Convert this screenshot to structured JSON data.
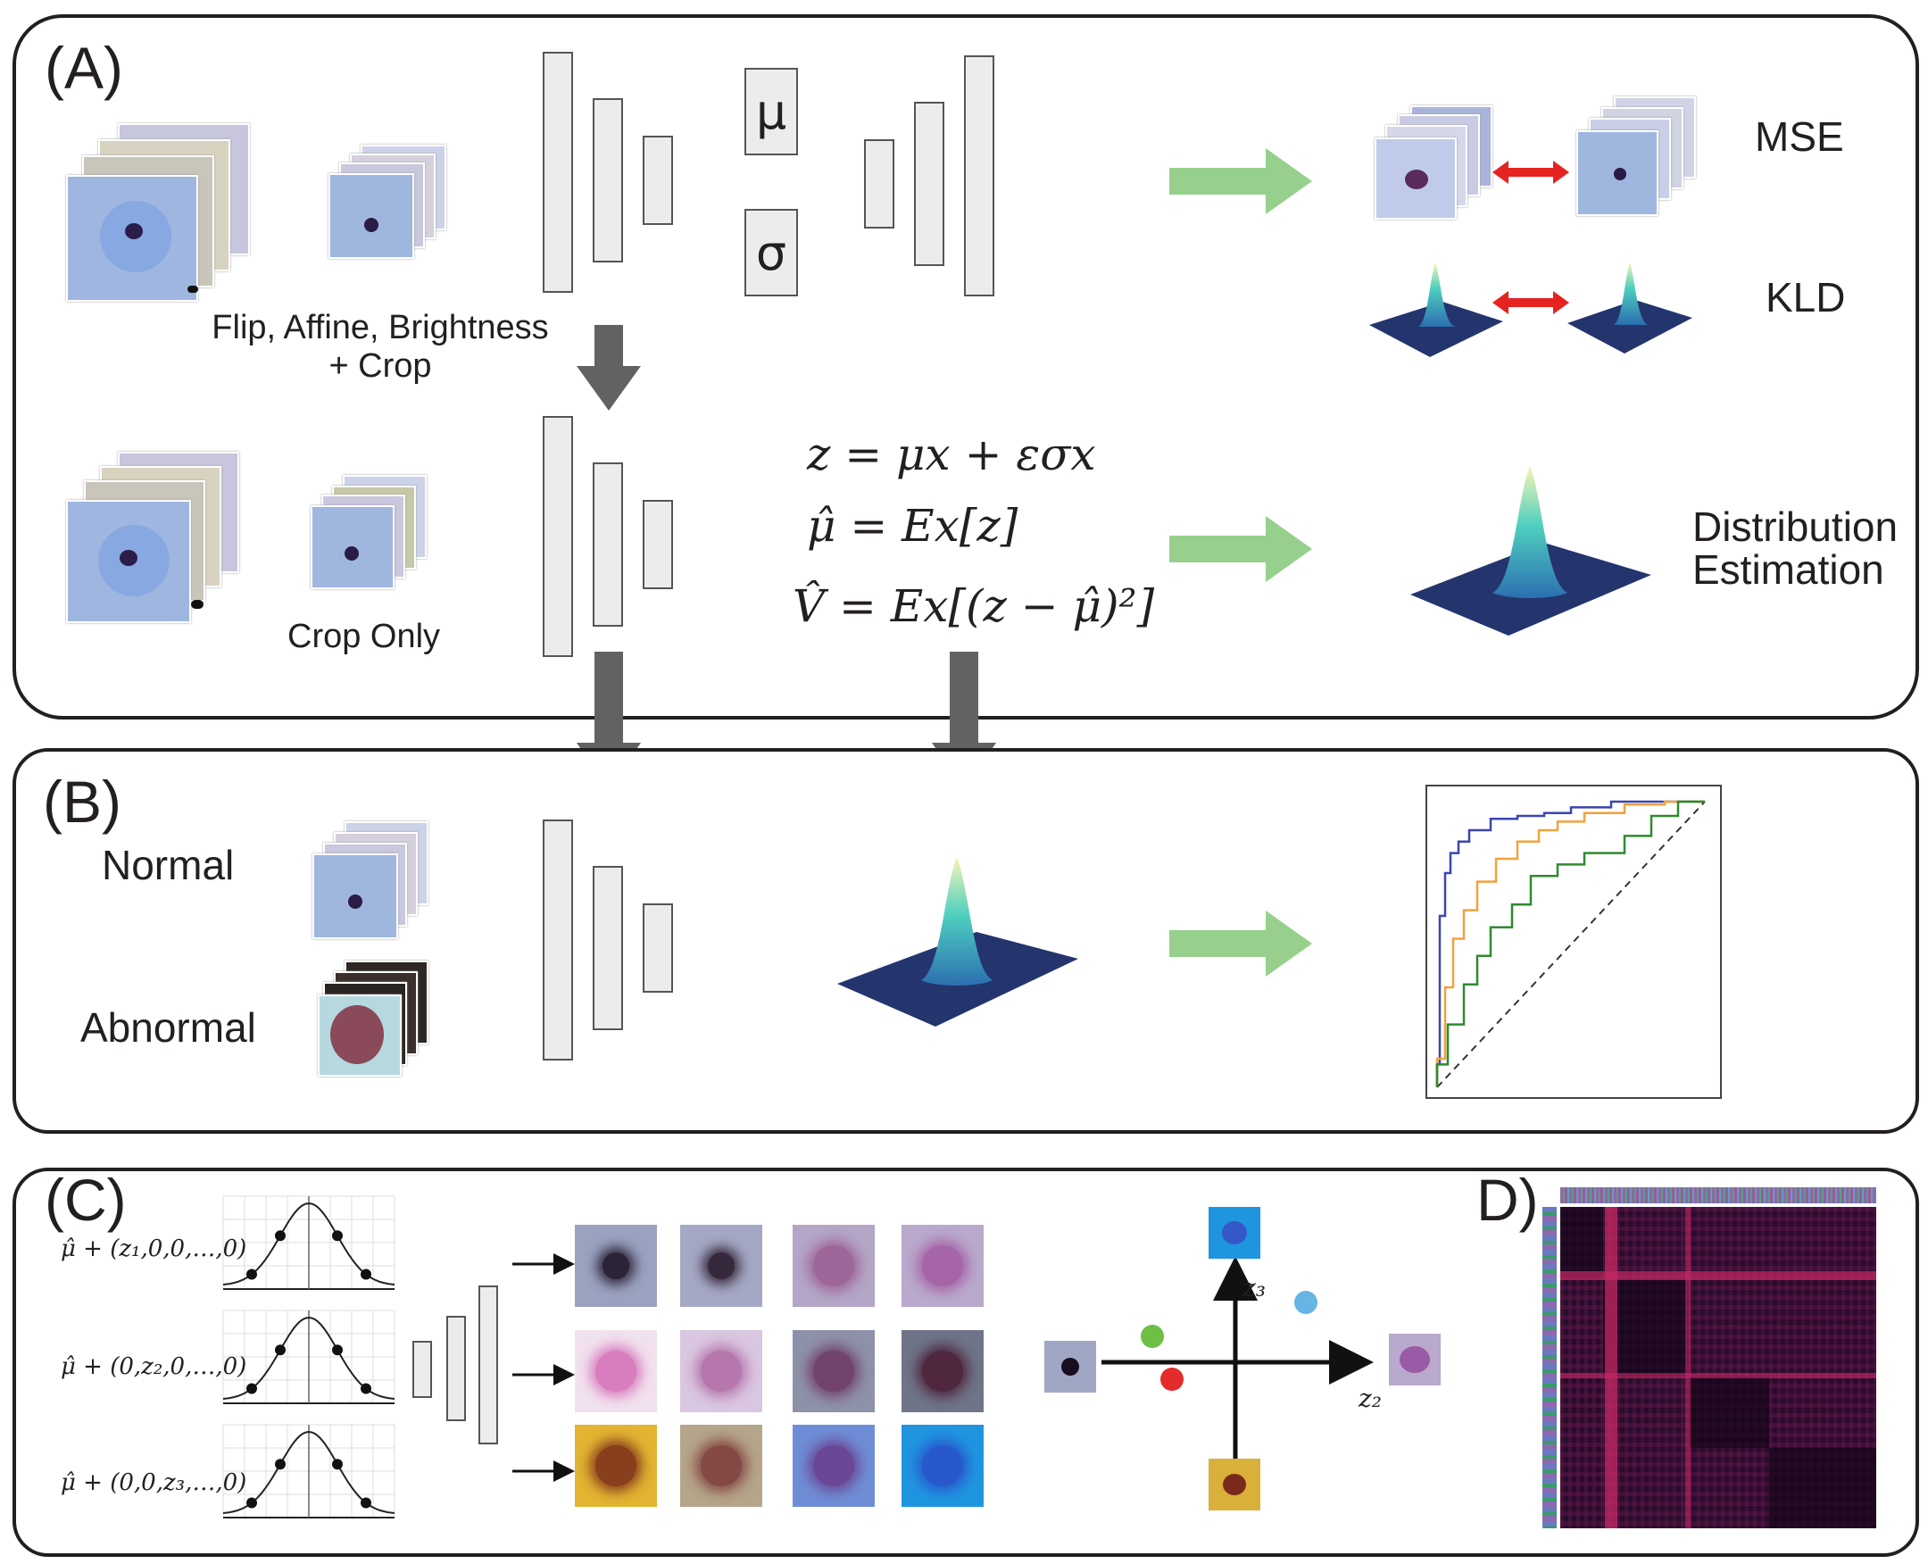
{
  "panels": {
    "a_label": "(A)",
    "b_label": "(B)",
    "c_label": "(C)",
    "d_label": "D)"
  },
  "panel_a": {
    "augment_label_line1": "Flip, Affine, Brightness",
    "augment_label_line2": "+ Crop",
    "crop_only_label": "Crop Only",
    "mu_label": "μ",
    "sigma_label": "σ",
    "mse_label": "MSE",
    "kld_label": "KLD",
    "distribution_label_line1": "Distribution",
    "distribution_label_line2": "Estimation",
    "equation_1": "z = μx + εσx",
    "equation_2": "μ̂ = Ex[z]",
    "equation_3": "V̂ = Ex[(z − μ̂)²]"
  },
  "panel_b": {
    "normal_label": "Normal",
    "abnormal_label": "Abnormal",
    "roc_curves": [
      {
        "color": "#3a45b0",
        "points": [
          [
            0,
            0
          ],
          [
            0.01,
            0.08
          ],
          [
            0.01,
            0.45
          ],
          [
            0.03,
            0.6
          ],
          [
            0.05,
            0.75
          ],
          [
            0.08,
            0.82
          ],
          [
            0.12,
            0.86
          ],
          [
            0.2,
            0.9
          ],
          [
            0.3,
            0.94
          ],
          [
            0.4,
            0.95
          ],
          [
            0.5,
            0.96
          ],
          [
            0.65,
            0.98
          ],
          [
            0.8,
            1
          ],
          [
            1,
            1
          ]
        ]
      },
      {
        "color": "#f2a23a",
        "points": [
          [
            0,
            0
          ],
          [
            0.03,
            0.1
          ],
          [
            0.06,
            0.35
          ],
          [
            0.1,
            0.52
          ],
          [
            0.15,
            0.62
          ],
          [
            0.22,
            0.72
          ],
          [
            0.3,
            0.8
          ],
          [
            0.38,
            0.86
          ],
          [
            0.45,
            0.9
          ],
          [
            0.55,
            0.93
          ],
          [
            0.7,
            0.96
          ],
          [
            0.85,
            0.99
          ],
          [
            1,
            1
          ]
        ]
      },
      {
        "color": "#2e8b2e",
        "points": [
          [
            0,
            0
          ],
          [
            0.04,
            0.08
          ],
          [
            0.1,
            0.22
          ],
          [
            0.15,
            0.36
          ],
          [
            0.2,
            0.46
          ],
          [
            0.28,
            0.56
          ],
          [
            0.35,
            0.64
          ],
          [
            0.45,
            0.74
          ],
          [
            0.55,
            0.78
          ],
          [
            0.7,
            0.82
          ],
          [
            0.8,
            0.88
          ],
          [
            0.9,
            0.95
          ],
          [
            1,
            1
          ]
        ]
      }
    ]
  },
  "panel_c": {
    "row_labels": [
      "μ̂ + (z₁,0,0,…,0)",
      "μ̂ + (0,z₂,0,…,0)",
      "μ̂ + (0,0,z₃,…,0)"
    ],
    "axis_z2": "z₂",
    "axis_z3": "z₃",
    "dot_colors": [
      "#6dbf45",
      "#e32b2b",
      "#66b5e4"
    ],
    "tile_backgrounds": [
      [
        "#9aa2c0",
        "#a5a8c4",
        "#b3a6c6",
        "#b9a9cc"
      ],
      [
        "#f1e1ee",
        "#d9c6e0",
        "#8e91aa",
        "#6f7488"
      ],
      [
        "#e2b432",
        "#b5a58a",
        "#6f8dd6",
        "#1f95e0"
      ]
    ],
    "tile_spots": [
      [
        "#1a0d20",
        "#241325",
        "#9b5c92",
        "#a35aa2"
      ],
      [
        "#d46cb6",
        "#b06aa5",
        "#6e3762",
        "#4a1b33"
      ],
      [
        "#7a2a1a",
        "#7d3a3a",
        "#6b3d8d",
        "#2a4fc9"
      ]
    ]
  },
  "colors": {
    "green_arrow": "#97d08c",
    "gray_arrow": "#626262",
    "red_arrow": "#e52320",
    "surface_dark": "#24356e"
  }
}
